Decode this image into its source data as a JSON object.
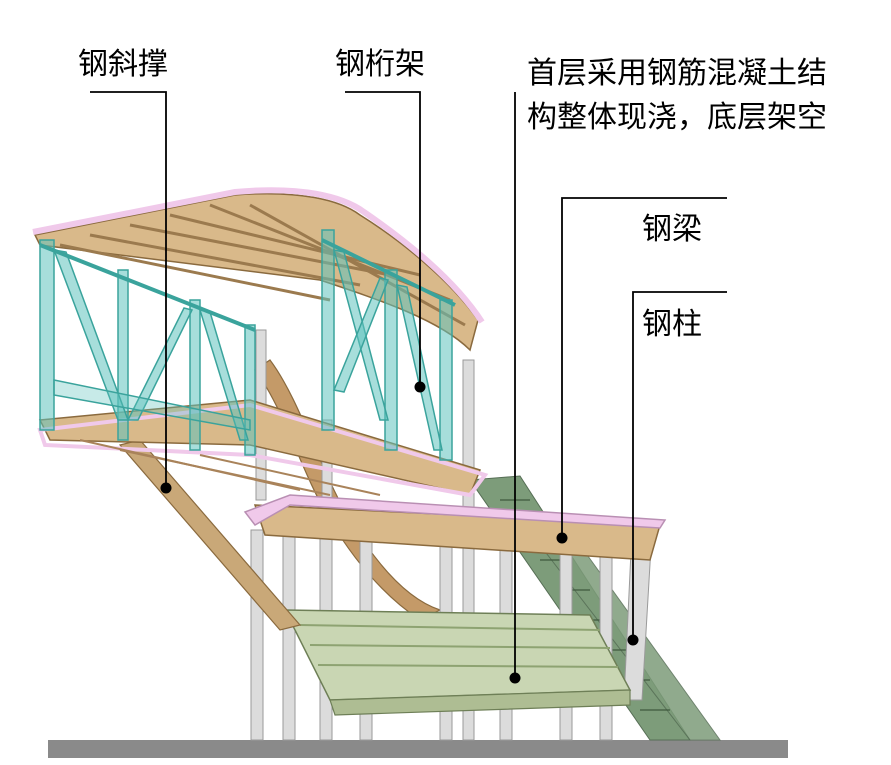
{
  "labels": {
    "steel_brace": "钢斜撑",
    "steel_truss": "钢桁架",
    "first_floor_line1": "首层采用钢筋混凝土结",
    "first_floor_line2": "构整体现浇，底层架空",
    "steel_beam": "钢梁",
    "steel_column": "钢柱"
  },
  "colors": {
    "timber": "#d9b98a",
    "timber_dark": "#9b7a4e",
    "truss": "#5fc3bd",
    "roof_edge": "#f0c9ea",
    "concrete": "#c9d6b3",
    "column": "#dcdcdc",
    "ground": "#8a8a8a"
  }
}
